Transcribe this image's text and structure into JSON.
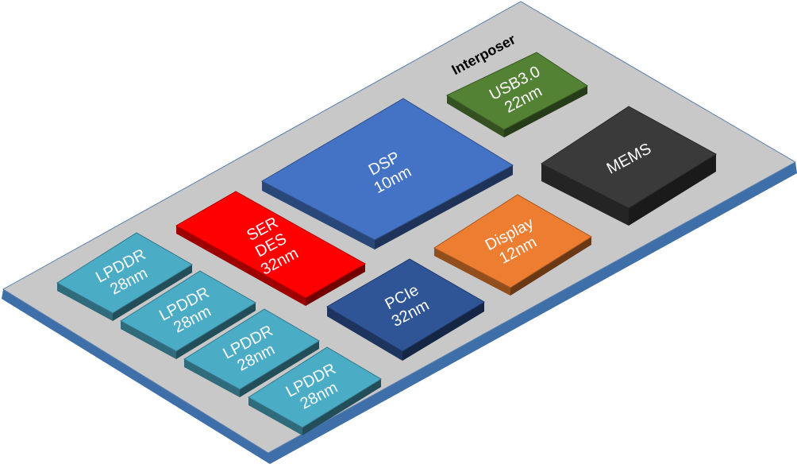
{
  "interposer": {
    "label": "Interposer",
    "top_color": "#c8c8c8",
    "edge_color": "#3f6fa8"
  },
  "chips": [
    {
      "id": "usb",
      "lines": [
        "USB3.0",
        "22nm"
      ],
      "color": "#548235"
    },
    {
      "id": "dsp",
      "lines": [
        "DSP",
        "10nm"
      ],
      "color": "#4472c4"
    },
    {
      "id": "mems",
      "lines": [
        "MEMS"
      ],
      "color": "#3a3a3a"
    },
    {
      "id": "serdes",
      "lines": [
        "SER",
        "DES",
        "32nm"
      ],
      "color": "#ff0000"
    },
    {
      "id": "display",
      "lines": [
        "Display",
        "12nm"
      ],
      "color": "#ed7d31"
    },
    {
      "id": "pcie",
      "lines": [
        "PCIe",
        "32nm"
      ],
      "color": "#2f5597"
    },
    {
      "id": "lpddr1",
      "lines": [
        "LPDDR",
        "28nm"
      ],
      "color": "#4bacc6"
    },
    {
      "id": "lpddr2",
      "lines": [
        "LPDDR",
        "28nm"
      ],
      "color": "#4bacc6"
    },
    {
      "id": "lpddr3",
      "lines": [
        "LPDDR",
        "28nm"
      ],
      "color": "#4bacc6"
    },
    {
      "id": "lpddr4",
      "lines": [
        "LPDDR",
        "28nm"
      ],
      "color": "#4bacc6"
    }
  ]
}
